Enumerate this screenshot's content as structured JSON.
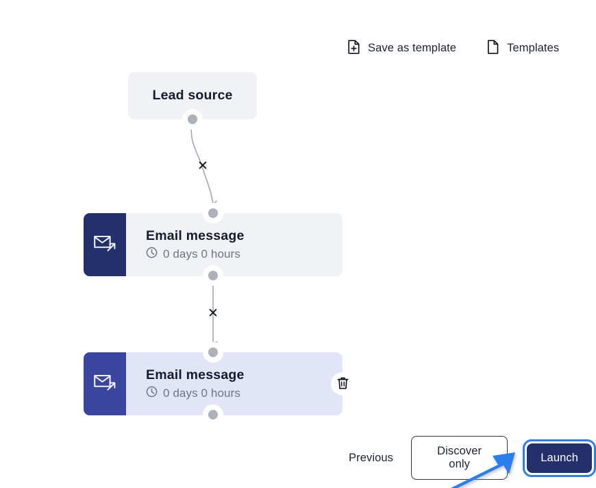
{
  "toolbar": {
    "save_as_template": {
      "label": "Save as template",
      "icon": "document-plus-icon"
    },
    "templates": {
      "label": "Templates",
      "icon": "document-icon"
    }
  },
  "flow": {
    "nodes": [
      {
        "id": "lead-source",
        "type": "source",
        "title": "Lead source",
        "selected": false,
        "bg": "#f1f2f5"
      },
      {
        "id": "email-1",
        "type": "email",
        "title": "Email message",
        "delay": "0 days 0 hours",
        "icon": "envelope-send-icon",
        "clock_icon": "clock-icon",
        "selected": false,
        "icon_bg": "#23306c",
        "bg": "#f1f2f5"
      },
      {
        "id": "email-2",
        "type": "email",
        "title": "Email message",
        "delay": "0 days 0 hours",
        "icon": "envelope-send-icon",
        "clock_icon": "clock-icon",
        "selected": true,
        "icon_bg": "#3a45a0",
        "bg": "#e2e5f8",
        "delete_icon": "trash-icon"
      }
    ],
    "edges": [
      {
        "from": "lead-source",
        "to": "email-1",
        "marker": "✕",
        "style": "curved"
      },
      {
        "from": "email-1",
        "to": "email-2",
        "marker": "✕",
        "style": "straight"
      }
    ],
    "dot_color": "#adb1ba",
    "edge_color": "#a8acb5"
  },
  "actions": {
    "previous": "Previous",
    "discover_only": "Discover only",
    "launch": "Launch",
    "focus_ring_color": "#2a7fee",
    "primary_color": "#23306c"
  },
  "annotation": {
    "arrow_color": "#2a7fee",
    "points_at": "Launch"
  }
}
